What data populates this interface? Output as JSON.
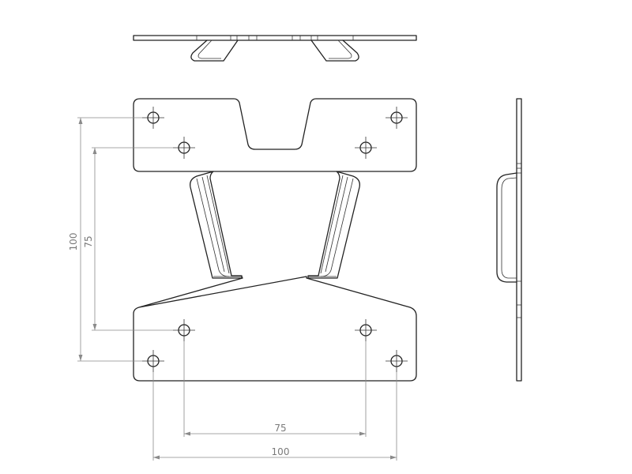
{
  "dimensions": {
    "vertical_outer": "100",
    "vertical_inner": "75",
    "horizontal_inner": "75",
    "horizontal_outer": "100"
  },
  "views": [
    "top-view",
    "front-view",
    "side-view"
  ]
}
